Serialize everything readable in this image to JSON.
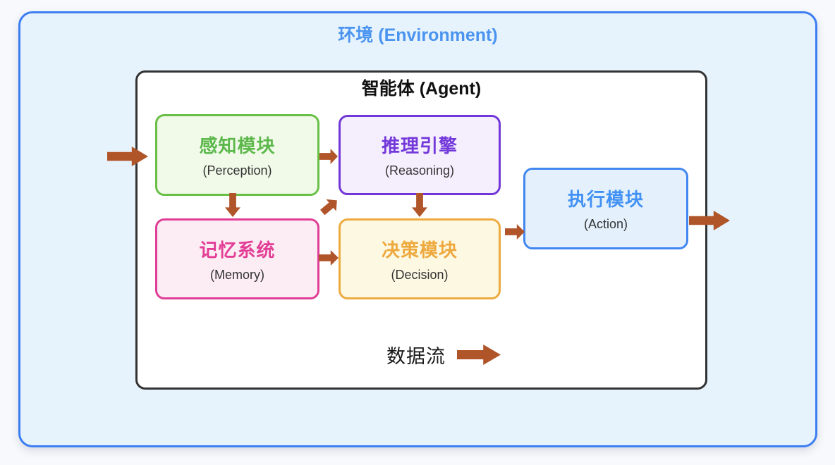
{
  "environment": {
    "title": "环境 (Environment)",
    "colors": {
      "border": "#3d7ef2",
      "fill": "#e7f3fc",
      "title": "#4a94f0"
    }
  },
  "agent": {
    "title": "智能体 (Agent)",
    "colors": {
      "border": "#333333",
      "fill": "#ffffff",
      "title": "#111111"
    }
  },
  "modules": [
    {
      "id": "perception",
      "label_zh": "感知模块",
      "label_en": "(Perception)",
      "colors": {
        "border": "#6abf47",
        "fill": "#f1fae9",
        "text": "#5db84c"
      }
    },
    {
      "id": "reasoning",
      "label_zh": "推理引擎",
      "label_en": "(Reasoning)",
      "colors": {
        "border": "#7137d8",
        "fill": "#f5effd",
        "text": "#7338da"
      }
    },
    {
      "id": "memory",
      "label_zh": "记忆系统",
      "label_en": "(Memory)",
      "colors": {
        "border": "#e03d96",
        "fill": "#fcedf4",
        "text": "#e33d96"
      }
    },
    {
      "id": "decision",
      "label_zh": "决策模块",
      "label_en": "(Decision)",
      "colors": {
        "border": "#edaa3f",
        "fill": "#fdf8e2",
        "text": "#eda93e"
      }
    },
    {
      "id": "action",
      "label_zh": "执行模块",
      "label_en": "(Action)",
      "colors": {
        "border": "#4287f0",
        "fill": "#e4f1fc",
        "text": "#4291f4"
      }
    }
  ],
  "flows": [
    "environment→perception",
    "perception→reasoning",
    "perception→memory",
    "memory→reasoning",
    "reasoning→decision",
    "memory→decision",
    "decision→action",
    "action→environment"
  ],
  "legend": {
    "label": "数据流",
    "arrow_color": "#b0552a"
  }
}
